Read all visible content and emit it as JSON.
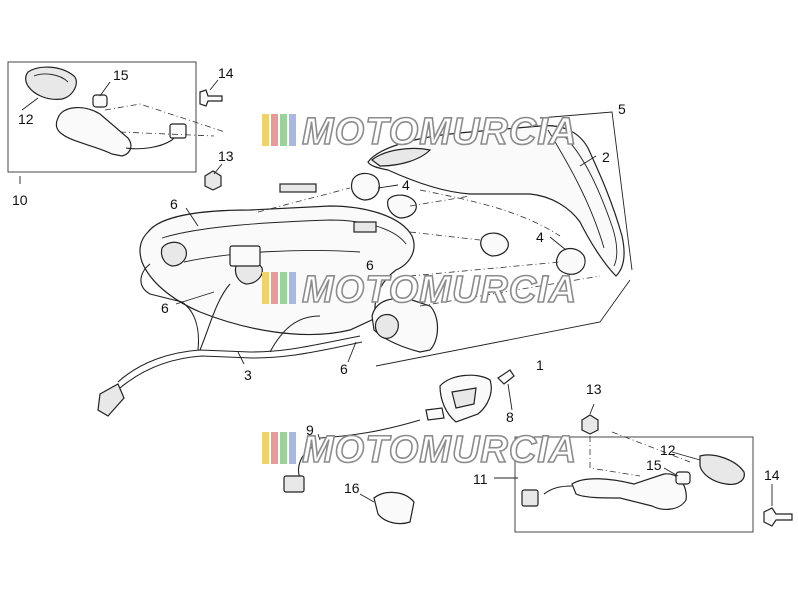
{
  "watermark": {
    "text": "MOTOMURCIA",
    "stripe_colors": [
      "#f0d26a",
      "#e89a9a",
      "#9ad29a",
      "#a7b9e0"
    ]
  },
  "callouts": {
    "c1": "1",
    "c2": "2",
    "c3": "3",
    "c4a": "4",
    "c4b": "4",
    "c5": "5",
    "c6a": "6",
    "c6b": "6",
    "c6c": "6",
    "c6d": "6",
    "c8": "8",
    "c9": "9",
    "c10": "10",
    "c11": "11",
    "c12a": "12",
    "c12b": "12",
    "c13a": "13",
    "c13b": "13",
    "c14a": "14",
    "c14b": "14",
    "c15a": "15",
    "c15b": "15",
    "c16": "16"
  }
}
